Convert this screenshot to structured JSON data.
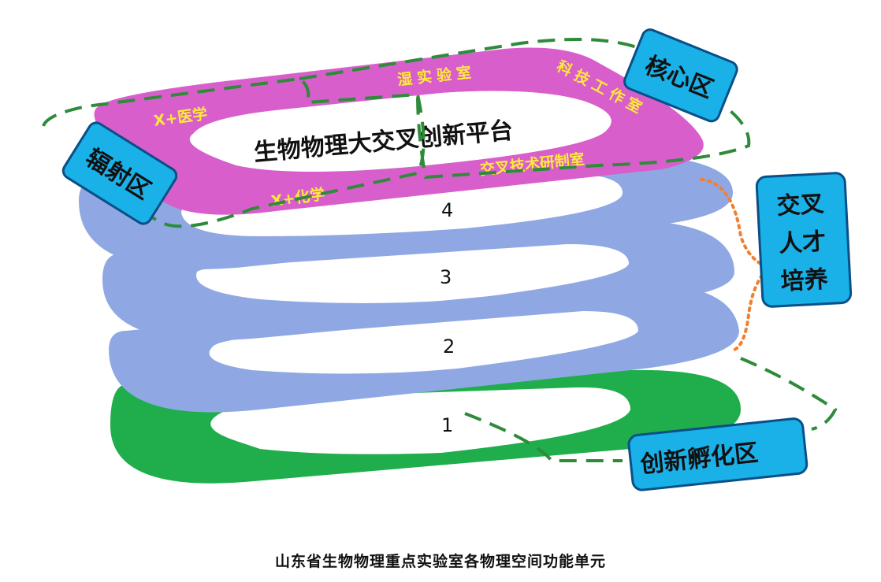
{
  "diagram": {
    "platform_title": "生物物理大交叉创新平台",
    "layers": [
      {
        "number": "1",
        "color": "#1fae4b"
      },
      {
        "number": "2",
        "color": "#8fa8e3"
      },
      {
        "number": "3",
        "color": "#8fa8e3"
      },
      {
        "number": "4",
        "color": "#8fa8e3"
      }
    ],
    "top_ring_color": "#d85fcb",
    "ring_labels": {
      "top_left": "X+医学",
      "top_right": "湿实验室",
      "right": "科技工作室",
      "bottom_left": "X+化学",
      "bottom_right": "交叉技术研制室"
    },
    "badges": {
      "core": "核心区",
      "radiation": "辐射区",
      "talent_line1": "交叉",
      "talent_line2": "人才",
      "talent_line3": "培养",
      "incubation": "创新孵化区"
    },
    "badge_color": "#1ab0e8",
    "dashed_color": "#2e8b3a",
    "dotted_color": "#f08030"
  },
  "caption": "山东省生物物理重点实验室各物理空间功能单元"
}
